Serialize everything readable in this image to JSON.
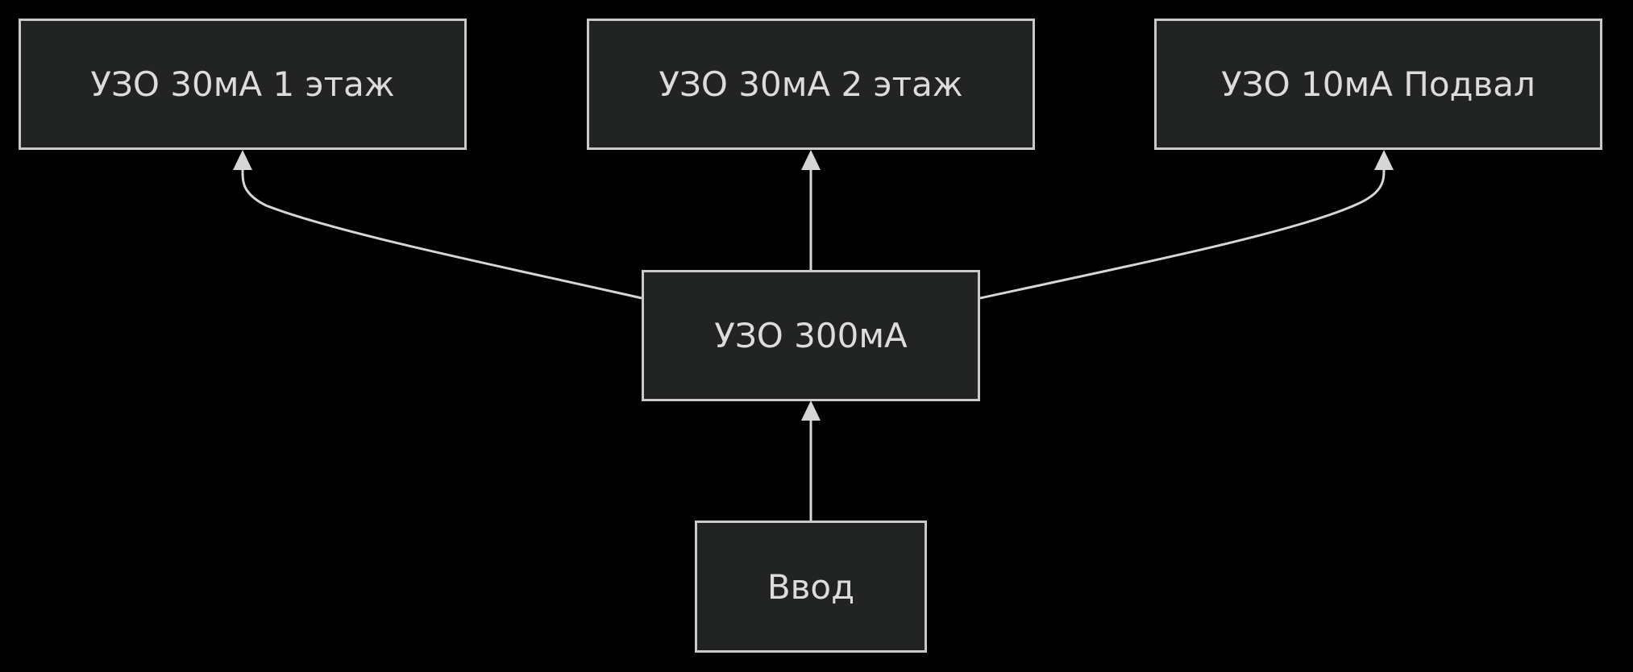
{
  "diagram": {
    "type": "flowchart",
    "direction": "bottom-to-top",
    "colors": {
      "background": "#000000",
      "node_fill": "#222423",
      "node_border": "#c9c9c9",
      "text": "#dcdcdc",
      "edge": "#d6d6d6"
    },
    "nodes": {
      "input": {
        "label": "Ввод"
      },
      "rcd_main": {
        "label": "УЗО 300мА"
      },
      "rcd_floor1": {
        "label": "УЗО 30мА 1 этаж"
      },
      "rcd_floor2": {
        "label": "УЗО 30мА 2 этаж"
      },
      "rcd_basement": {
        "label": "УЗО 10мА Подвал"
      }
    },
    "edges": [
      {
        "from": "input",
        "to": "rcd_main"
      },
      {
        "from": "rcd_main",
        "to": "rcd_floor1"
      },
      {
        "from": "rcd_main",
        "to": "rcd_floor2"
      },
      {
        "from": "rcd_main",
        "to": "rcd_basement"
      }
    ]
  }
}
